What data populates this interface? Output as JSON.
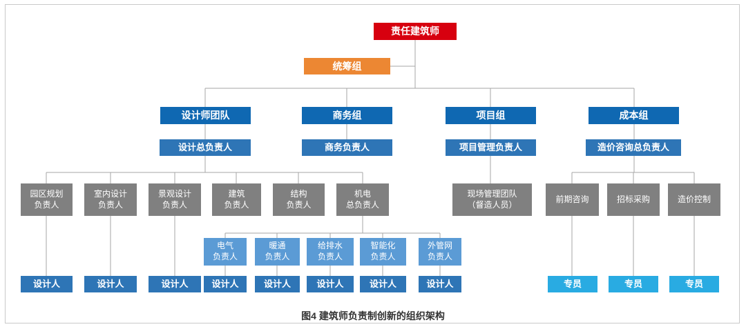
{
  "caption": "图4  建筑师负责制创新的组织架构",
  "palette": {
    "root_red": "#d7000f",
    "coordination_orange": "#ec8733",
    "branch_dark_blue": "#0f68b2",
    "lead_blue": "#2e75b6",
    "dept_gray": "#808080",
    "mep_light_blue": "#5b9bd5",
    "specialist_cyan": "#29abe2",
    "connector_gray": "#a6a6a6"
  },
  "org": {
    "root": {
      "label": "责任建筑师"
    },
    "coordination": {
      "label": "统筹组"
    },
    "branches": [
      {
        "label": "设计师团队"
      },
      {
        "label": "商务组"
      },
      {
        "label": "项目组"
      },
      {
        "label": "成本组"
      }
    ],
    "leads": [
      {
        "label": "设计总负责人"
      },
      {
        "label": "商务负责人"
      },
      {
        "label": "项目管理负责人"
      },
      {
        "label": "造价咨询总负责人"
      }
    ],
    "design_groups": [
      {
        "label": "园区规划\n负责人"
      },
      {
        "label": "室内设计\n负责人"
      },
      {
        "label": "景观设计\n负责人"
      },
      {
        "label": "建筑\n负责人"
      },
      {
        "label": "结构\n负责人"
      },
      {
        "label": "机电\n总负责人"
      }
    ],
    "site_team": {
      "label": "现场管理团队\n（督造人员）"
    },
    "cost_groups": [
      {
        "label": "前期咨询"
      },
      {
        "label": "招标采购"
      },
      {
        "label": "造价控制"
      }
    ],
    "mep_groups": [
      {
        "label": "电气\n负责人"
      },
      {
        "label": "暖通\n负责人"
      },
      {
        "label": "给排水\n负责人"
      },
      {
        "label": "智能化\n负责人"
      },
      {
        "label": "外管网\n负责人"
      }
    ],
    "designers": [
      {
        "label": "设计人"
      },
      {
        "label": "设计人"
      },
      {
        "label": "设计人"
      },
      {
        "label": "设计人"
      },
      {
        "label": "设计人"
      },
      {
        "label": "设计人"
      },
      {
        "label": "设计人"
      },
      {
        "label": "设计人"
      }
    ],
    "specialists": [
      {
        "label": "专员"
      },
      {
        "label": "专员"
      },
      {
        "label": "专员"
      }
    ]
  }
}
